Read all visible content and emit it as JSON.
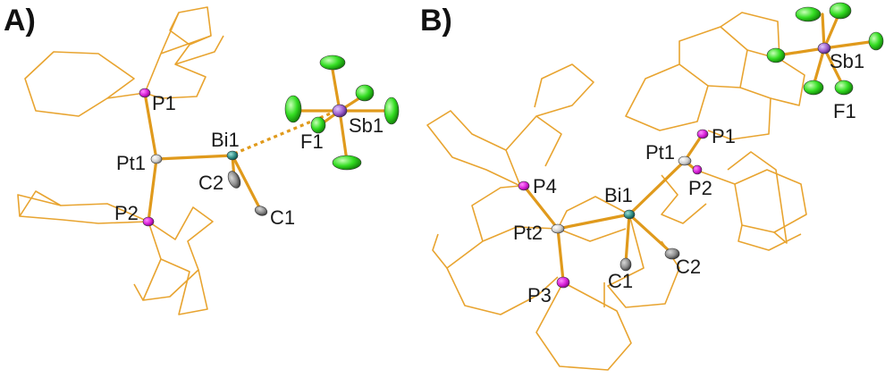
{
  "panels": [
    {
      "label": "A)",
      "atoms": {
        "P1": "P1",
        "P2": "P2",
        "Pt1": "Pt1",
        "Bi1": "Bi1",
        "C1": "C1",
        "C2": "C2",
        "F1": "F1",
        "Sb1": "Sb1"
      }
    },
    {
      "label": "B)",
      "atoms": {
        "Sb1": "Sb1",
        "F1": "F1",
        "P1": "P1",
        "Pt1": "Pt1",
        "P2": "P2",
        "P4": "P4",
        "Bi1": "Bi1",
        "Pt2": "Pt2",
        "P3": "P3",
        "C1": "C1",
        "C2": "C2"
      }
    }
  ],
  "colors": {
    "phosphorus": "#d61ed6",
    "bismuth": "#2e8c84",
    "platinum": "#d0d0d0",
    "carbon": "#8a8a8a",
    "fluorine": "#33dd22",
    "antimony": "#9a5ccc",
    "bond": "#e09a1c",
    "wireframe": "#e8a430"
  }
}
